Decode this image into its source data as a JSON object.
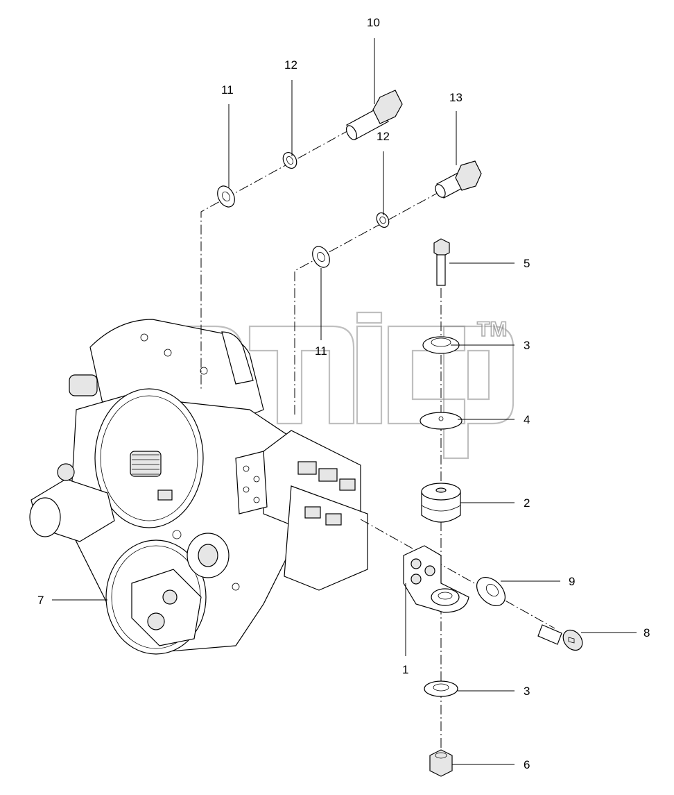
{
  "watermark": {
    "trademark": "TM"
  },
  "callouts": [
    {
      "id": "c10",
      "label": "10"
    },
    {
      "id": "c12a",
      "label": "12"
    },
    {
      "id": "c11a",
      "label": "11"
    },
    {
      "id": "c12b",
      "label": "12"
    },
    {
      "id": "c13",
      "label": "13"
    },
    {
      "id": "c5",
      "label": "5"
    },
    {
      "id": "c11b",
      "label": "11"
    },
    {
      "id": "c3a",
      "label": "3"
    },
    {
      "id": "c4",
      "label": "4"
    },
    {
      "id": "c2",
      "label": "2"
    },
    {
      "id": "c9",
      "label": "9"
    },
    {
      "id": "c8",
      "label": "8"
    },
    {
      "id": "c7",
      "label": "7"
    },
    {
      "id": "c1",
      "label": "1"
    },
    {
      "id": "c3b",
      "label": "3"
    },
    {
      "id": "c6",
      "label": "6"
    }
  ],
  "icons": {
    "watermark": "watermark-logo-icon",
    "transmission": "transmission-assembly-icon",
    "bolt": "hex-bolt-icon",
    "washer": "washer-icon",
    "nut": "hex-nut-icon",
    "mount": "rubber-mount-icon",
    "bracket": "mounting-bracket-icon",
    "socket_screw": "socket-head-screw-icon"
  }
}
